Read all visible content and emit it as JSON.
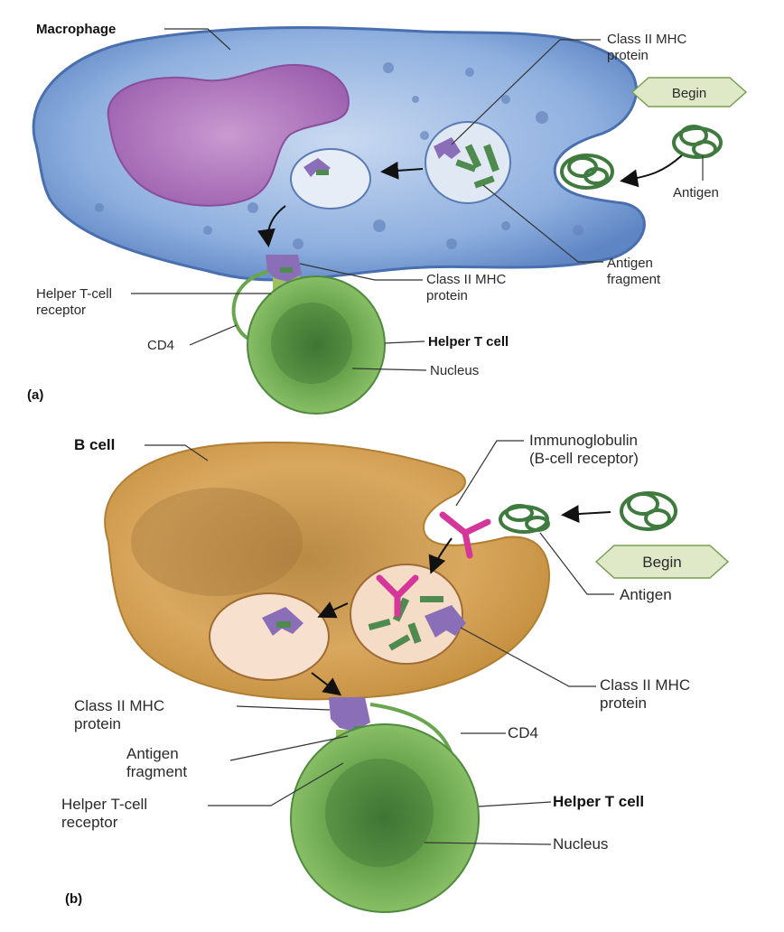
{
  "panel_a": {
    "tag": "(a)",
    "macrophage": "Macrophage",
    "mhc_top": [
      "Class II MHC",
      "protein"
    ],
    "begin": "Begin",
    "antigen": "Antigen",
    "antigen_fragment": [
      "Antigen",
      "fragment"
    ],
    "mhc_bottom": [
      "Class II MHC",
      "protein"
    ],
    "tcell_receptor": [
      "Helper T-cell",
      "receptor"
    ],
    "cd4": "CD4",
    "helper_t": "Helper T cell",
    "nucleus": "Nucleus"
  },
  "panel_b": {
    "tag": "(b)",
    "bcell": "B cell",
    "immunoglobulin": [
      "Immunoglobulin",
      "(B-cell receptor)"
    ],
    "begin": "Begin",
    "antigen": "Antigen",
    "mhc_right": [
      "Class II MHC",
      "protein"
    ],
    "mhc_left": [
      "Class II MHC",
      "protein"
    ],
    "cd4": "CD4",
    "antigen_fragment": [
      "Antigen",
      "fragment"
    ],
    "tcell_receptor": [
      "Helper T-cell",
      "receptor"
    ],
    "helper_t": "Helper T cell",
    "nucleus": "Nucleus"
  },
  "colors": {
    "macrophage": "#7fa3d8",
    "nucleus_macrophage": "#b57cc0",
    "bcell": "#d9a657",
    "tcell": "#6fae4f",
    "mhc": "#8a6fb8",
    "antigen": "#4f8a4f",
    "immunoglobulin": "#d6359a",
    "begin_box": "#dfe9c8"
  }
}
